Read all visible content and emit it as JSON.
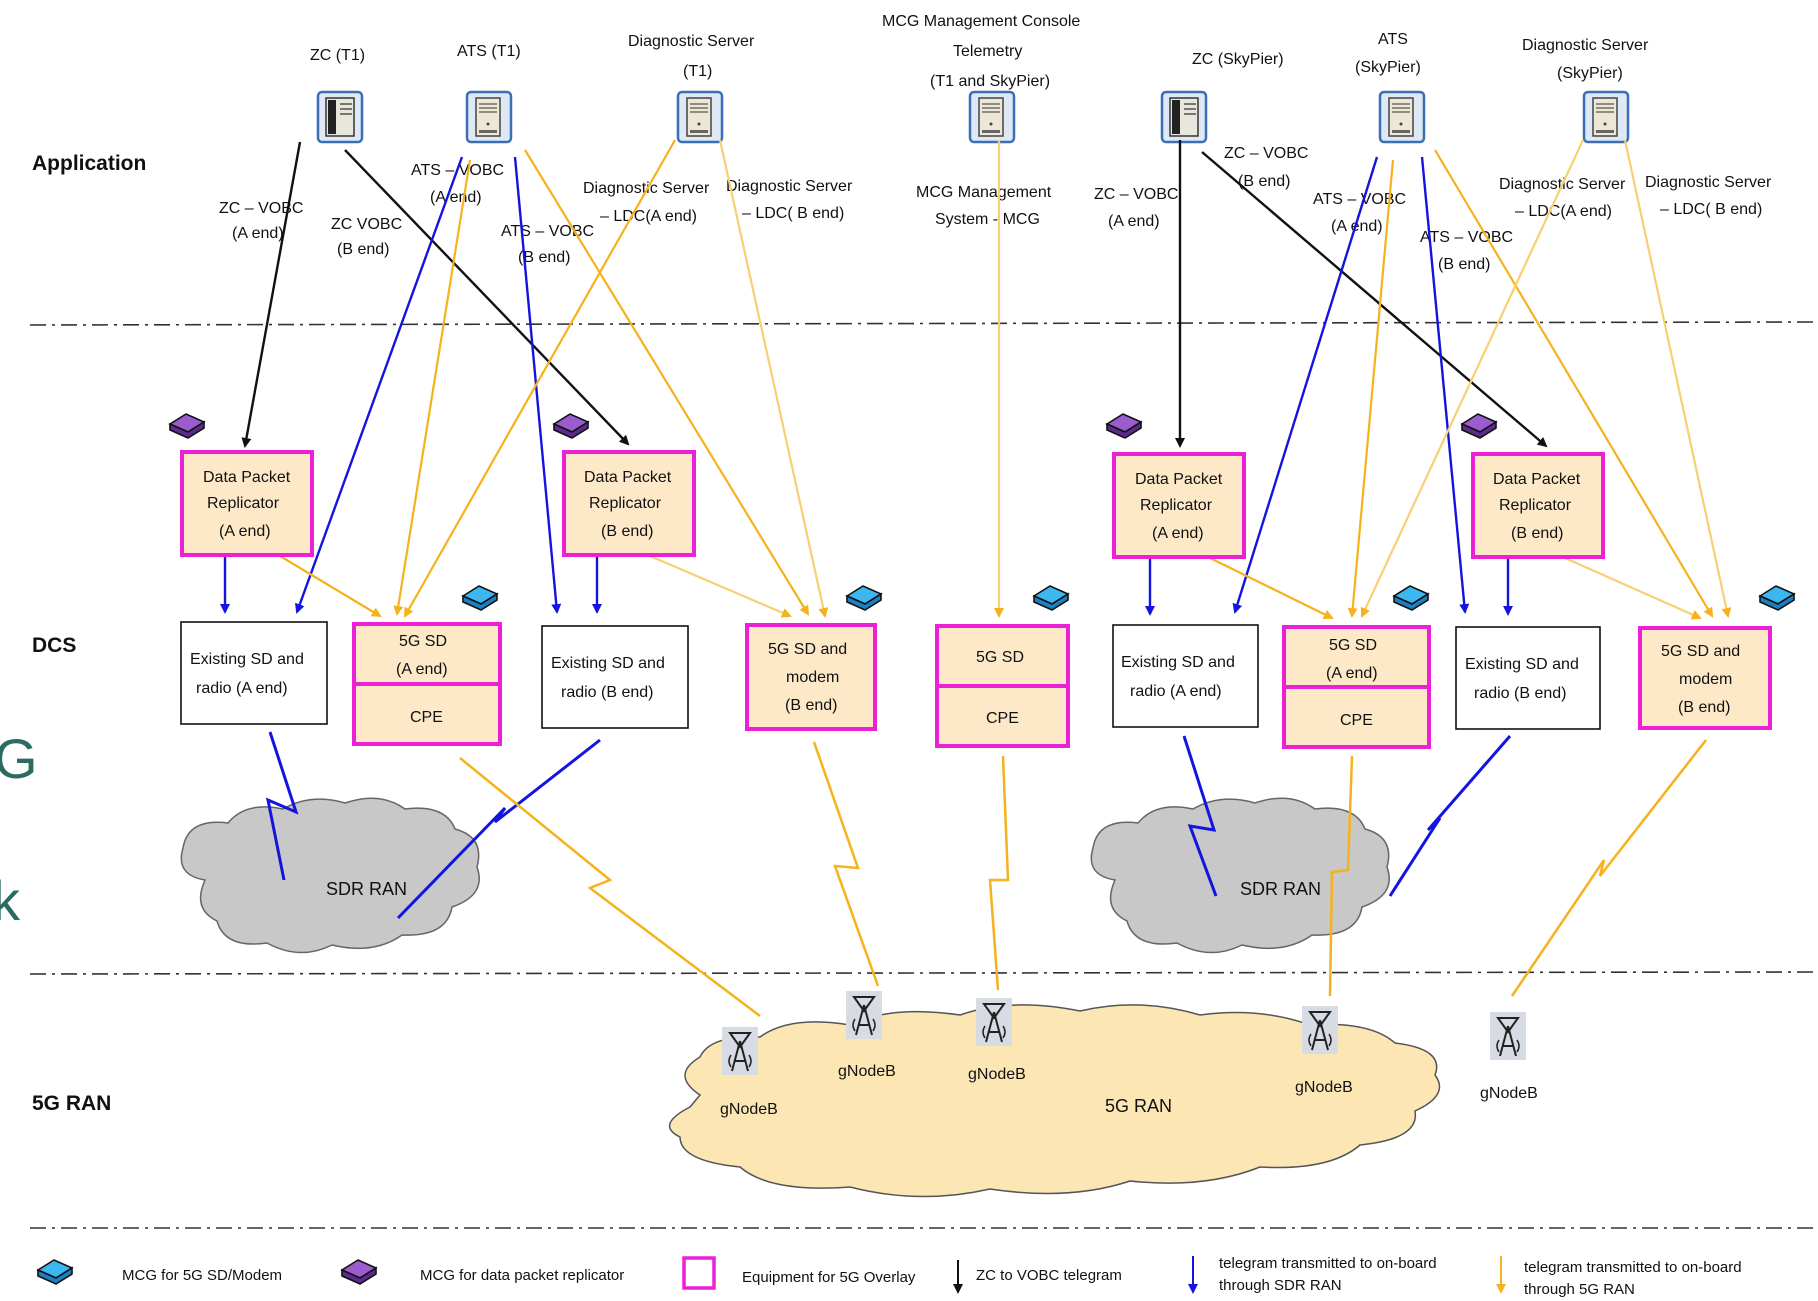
{
  "layers": {
    "application": "Application",
    "dcs": "DCS",
    "ran": "5G RAN"
  },
  "servers": {
    "zc_t1": "ZC (T1)",
    "ats_t1": "ATS (T1)",
    "diag_t1_1": "Diagnostic Server",
    "diag_t1_2": "(T1)",
    "mcg_1": "MCG Management Console",
    "mcg_2": "Telemetry",
    "mcg_3": "(T1 and SkyPier)",
    "zc_sky": "ZC (SkyPier)",
    "ats_sky_1": "ATS",
    "ats_sky_2": "(SkyPier)",
    "diag_sky_1": "Diagnostic Server",
    "diag_sky_2": "(SkyPier)"
  },
  "links": {
    "zc_vobc_a_1": "ZC – VOBC",
    "zc_vobc_a_2": "(A end)",
    "zc_vobc_b_1": "ZC VOBC",
    "zc_vobc_b_2": "(B end)",
    "ats_vobc_a_1": "ATS – VOBC",
    "ats_vobc_a_2": "(A end)",
    "ats_vobc_b_1": "ATS – VOBC",
    "ats_vobc_b_2": "(B end)",
    "diag_ldc_a_1": "Diagnostic Server",
    "diag_ldc_a_2": "– LDC(A end)",
    "diag_ldc_b_1": "Diagnostic Server",
    "diag_ldc_b_2": "– LDC( B end)",
    "mcg_sys_1": "MCG Management",
    "mcg_sys_2": "System - MCG",
    "r_zc_vobc_a_1": "ZC – VOBC",
    "r_zc_vobc_a_2": "(A end)",
    "r_zc_vobc_b_1": "ZC – VOBC",
    "r_zc_vobc_b_2": "(B end)",
    "r_ats_vobc_a_1": "ATS – VOBC",
    "r_ats_vobc_a_2": "(A end)",
    "r_ats_vobc_b_1": "ATS – VOBC",
    "r_ats_vobc_b_2": "(B end)",
    "r_diag_ldc_a_1": "Diagnostic Server",
    "r_diag_ldc_a_2": "– LDC(A end)",
    "r_diag_ldc_b_1": "Diagnostic Server",
    "r_diag_ldc_b_2": "– LDC( B end)"
  },
  "boxes": {
    "dpr_a_1": "Data Packet",
    "dpr_a_2": "Replicator",
    "dpr_a_3": "(A end)",
    "dpr_b_1": "Data Packet",
    "dpr_b_2": "Replicator",
    "dpr_b_3": "(B end)",
    "sd_radio_a_1": "Existing SD and",
    "sd_radio_a_2": "radio (A end)",
    "sd_radio_b_1": "Existing SD and",
    "sd_radio_b_2": "radio (B end)",
    "sd5g_a_1": "5G SD",
    "sd5g_a_2": "(A end)",
    "cpe": "CPE",
    "sd5g_modem_b_1": "5G SD and",
    "sd5g_modem_b_2": "modem",
    "sd5g_modem_b_3": "(B end)",
    "sd5g": "5G SD"
  },
  "clouds": {
    "sdr_ran": "SDR RAN",
    "ran_5g": "5G RAN"
  },
  "gnodeb": "gNodeB",
  "side_text": {
    "g": "G",
    "k": "k"
  },
  "legend": {
    "mcg_sd": "MCG for 5G SD/Modem",
    "mcg_dpr": "MCG for data packet replicator",
    "equipment": "Equipment for 5G Overlay",
    "zc_vobc": "ZC to VOBC telegram",
    "sdr_1": "telegram transmitted to on-board",
    "sdr_2": "through SDR RAN",
    "ran_1": "telegram transmitted to on-board",
    "ran_2": "through 5G RAN"
  },
  "colors": {
    "black_arrow": "#111111",
    "blue_arrow": "#1414e0",
    "yellow_arrow": "#f6b21c",
    "light_yellow_arrow": "#f9cf73",
    "magenta_border": "#ec21d6",
    "peach_fill": "#fde9c8",
    "cloud_grey": "#c8c8c8",
    "cloud_yellow": "#fbe6b4",
    "mcg_cyan": "#2aa0e6",
    "mcg_purple": "#7b3fb0"
  }
}
